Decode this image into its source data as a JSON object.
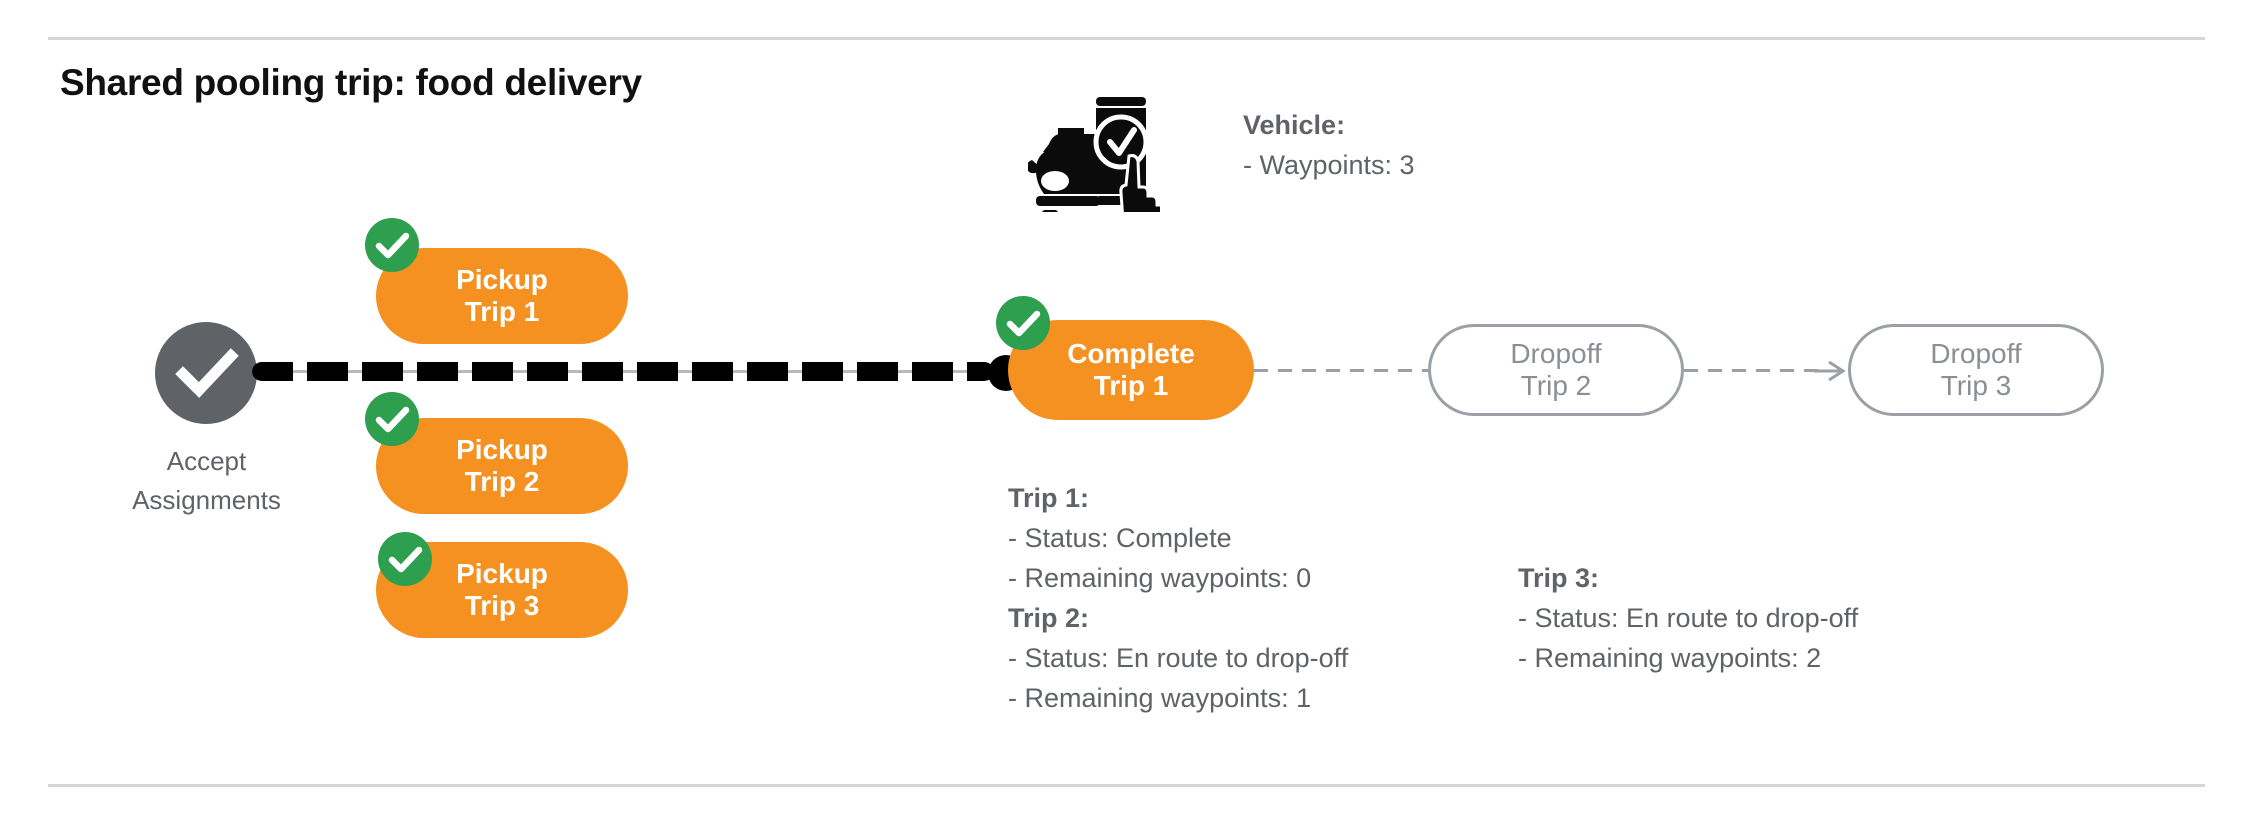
{
  "page": {
    "title": "Shared pooling trip: food delivery"
  },
  "start_node": {
    "icon": "check-circle-icon",
    "label_line1": "Accept",
    "label_line2": "Assignments",
    "color": "#5f6368"
  },
  "vehicle": {
    "icon": "car-phone-check-icon",
    "header": "Vehicle:",
    "waypoints_line": "- Waypoints: 3",
    "waypoints": 3
  },
  "nodes": {
    "pickups": [
      {
        "line1": "Pickup",
        "line2": "Trip 1",
        "completed": true,
        "badge": "check-badge-icon"
      },
      {
        "line1": "Pickup",
        "line2": "Trip 2",
        "completed": true,
        "badge": "check-badge-icon"
      },
      {
        "line1": "Pickup",
        "line2": "Trip 3",
        "completed": true,
        "badge": "check-badge-icon"
      }
    ],
    "complete": {
      "line1": "Complete",
      "line2": "Trip 1",
      "completed": true,
      "badge": "check-badge-icon"
    },
    "dropoffs": [
      {
        "line1": "Dropoff",
        "line2": "Trip 2",
        "completed": false
      },
      {
        "line1": "Dropoff",
        "line2": "Trip 3",
        "completed": false
      }
    ]
  },
  "trips": [
    {
      "header": "Trip 1:",
      "status_line": "- Status:  Complete",
      "waypoints_line": "- Remaining waypoints: 0",
      "status": "Complete",
      "remaining_waypoints": 0
    },
    {
      "header": "Trip 2:",
      "status_line": "- Status:  En route to drop-off",
      "waypoints_line": "- Remaining waypoints: 1",
      "status": "En route to drop-off",
      "remaining_waypoints": 1
    },
    {
      "header": "Trip 3:",
      "status_line": "- Status:  En route to drop-off",
      "waypoints_line": "- Remaining waypoints: 2",
      "status": "En route to drop-off",
      "remaining_waypoints": 2
    }
  ],
  "colors": {
    "orange": "#f49121",
    "green": "#2e9e4f",
    "gray": "#5f6368",
    "outline_gray": "#9aa0a6",
    "black": "#000000",
    "rule": "#d6d6d6"
  }
}
